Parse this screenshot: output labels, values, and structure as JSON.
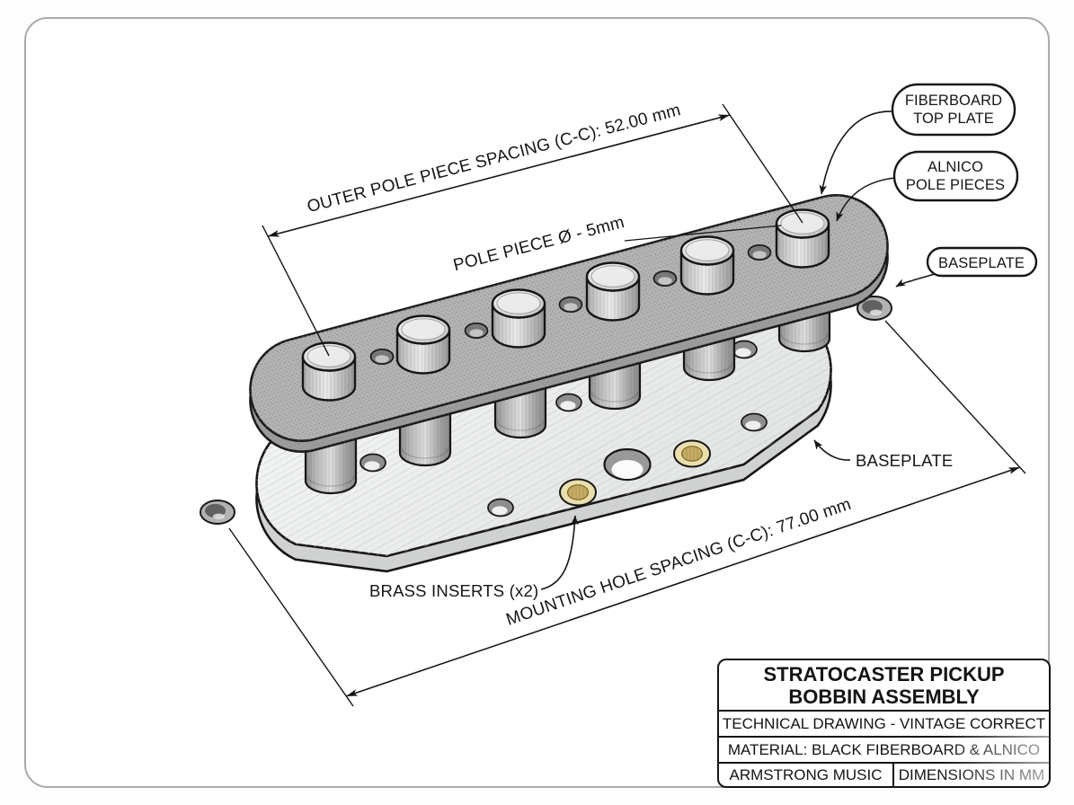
{
  "drawing": {
    "dim_outer_pole": "OUTER POLE PIECE SPACING (C-C): 52.00 mm",
    "dim_pole_dia": "POLE PIECE Ø - 5mm",
    "dim_mounting": "MOUNTING HOLE SPACING (C-C): 77.00 mm",
    "label_brass": "BRASS INSERTS (x2)",
    "label_baseplate": "BASEPLATE"
  },
  "callouts": {
    "fiberboard": {
      "line1": "FIBERBOARD",
      "line2": "TOP PLATE"
    },
    "alnico": {
      "line1": "ALNICO",
      "line2": "POLE PIECES"
    },
    "baseplate": {
      "line1": "BASEPLATE"
    }
  },
  "title_block": {
    "title_line1": "STRATOCASTER PICKUP",
    "title_line2": "BOBBIN ASSEMBLY",
    "subtitle": "TECHNICAL DRAWING - VINTAGE CORRECT",
    "material": "MATERIAL: BLACK FIBERBOARD & ALNICO",
    "company": "ARMSTRONG MUSIC",
    "units": "DIMENSIONS IN MM"
  },
  "colors": {
    "line": "#161616",
    "fiberboard_top": "#b5b5b5",
    "fiberboard_side": "#9c9c9c",
    "baseplate_top": "#eceeed",
    "baseplate_side": "#cfd2d0",
    "brass_ring": "#eadfac",
    "brass_core": "#c7ac62",
    "frame_border": "#a9a9a9"
  }
}
